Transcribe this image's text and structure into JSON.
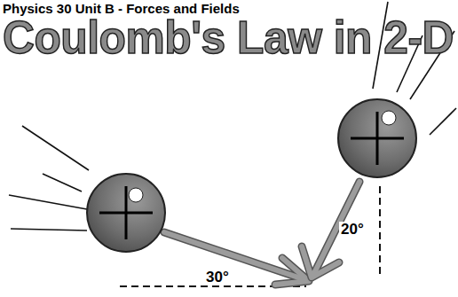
{
  "diagram": {
    "title": "Coulomb's Law in 2-D",
    "labels": [
      "Physics 30 Unit B - Forces and Fields",
      "30°",
      "20°"
    ]
  }
}
